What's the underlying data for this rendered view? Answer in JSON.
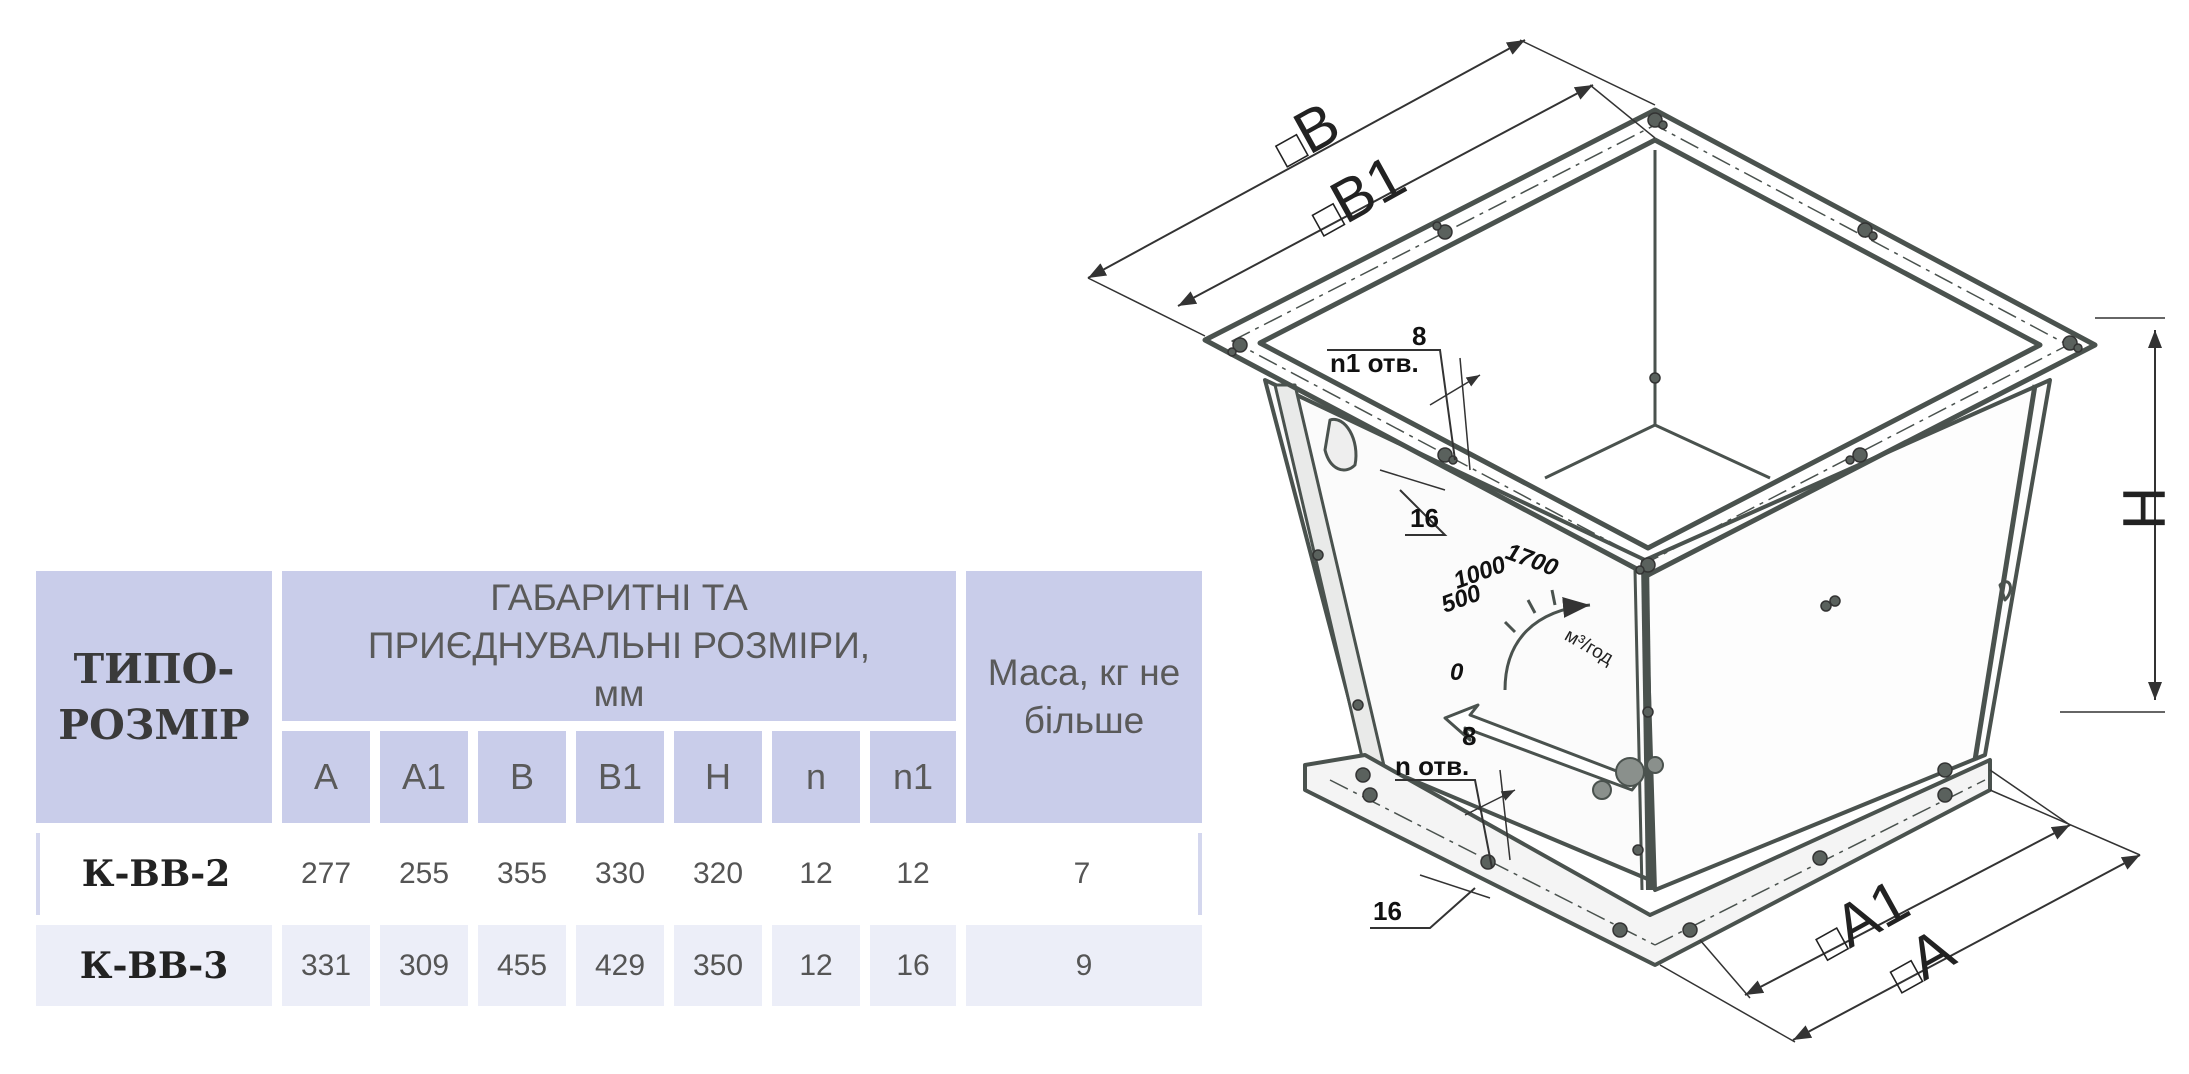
{
  "table": {
    "model_header": "ТИПО-\nРОЗМІР",
    "dims_header": "ГАБАРИТНІ ТА ПРИЄДНУВАЛЬНІ РОЗМІРИ, мм",
    "mass_header": "Маса, кг не більше",
    "columns": [
      "A",
      "A1",
      "B",
      "B1",
      "H",
      "n",
      "n1"
    ],
    "rows": [
      {
        "model": "К-ВВ-2",
        "values": [
          "277",
          "255",
          "355",
          "330",
          "320",
          "12",
          "12"
        ],
        "mass": "7"
      },
      {
        "model": "К-ВВ-3",
        "values": [
          "331",
          "309",
          "455",
          "429",
          "350",
          "12",
          "16"
        ],
        "mass": "9"
      }
    ]
  },
  "drawing": {
    "dim_B": "B",
    "dim_B1": "B1",
    "dim_H": "H",
    "dim_A1": "A1",
    "dim_A": "A",
    "hole_top_label": "n1 отв.",
    "hole_top_d": "8",
    "hole_top_pitch": "16",
    "hole_bottom_label": "n отв.",
    "hole_bottom_d": "8",
    "hole_bottom_pitch": "16",
    "scale_0": "0",
    "scale_500": "500",
    "scale_1000": "1000",
    "scale_1700": "1700",
    "scale_unit": "м³/год",
    "square_symbol": "□"
  }
}
